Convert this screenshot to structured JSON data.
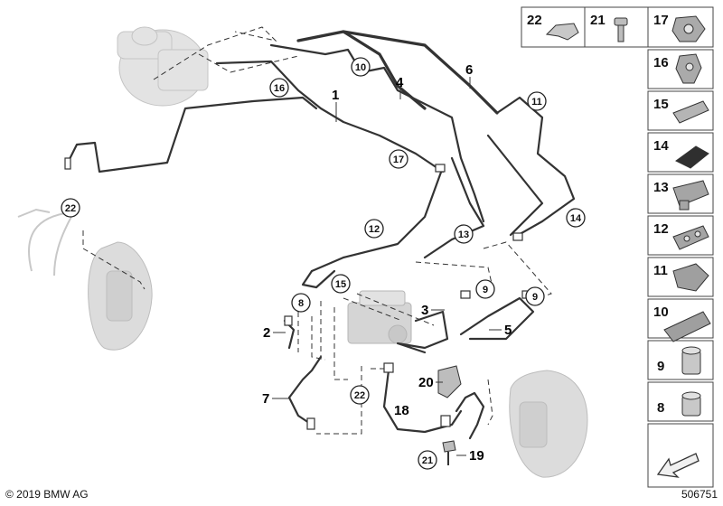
{
  "footer": {
    "copyright": "© 2019 BMW AG",
    "document_number": "506751"
  },
  "callouts": {
    "plain": [
      "1",
      "2",
      "3",
      "4",
      "5",
      "6",
      "7",
      "18",
      "19",
      "20"
    ],
    "circled": [
      "8",
      "9",
      "9",
      "10",
      "11",
      "12",
      "13",
      "14",
      "15",
      "16",
      "17",
      "21",
      "22",
      "22"
    ]
  },
  "legend": {
    "items": [
      "22",
      "21",
      "17",
      "16",
      "15",
      "14",
      "13",
      "12",
      "11",
      "10",
      "9",
      "8"
    ]
  },
  "colors": {
    "line": "#333333",
    "ghost": "#d8d8d8",
    "ghost_stroke": "#bbbbbb",
    "part_fill": "#bdbdbd",
    "part_dark": "#3a3a3a",
    "legend_border": "#444444"
  },
  "icons": {
    "arrow_cell": "arrow-icon"
  }
}
